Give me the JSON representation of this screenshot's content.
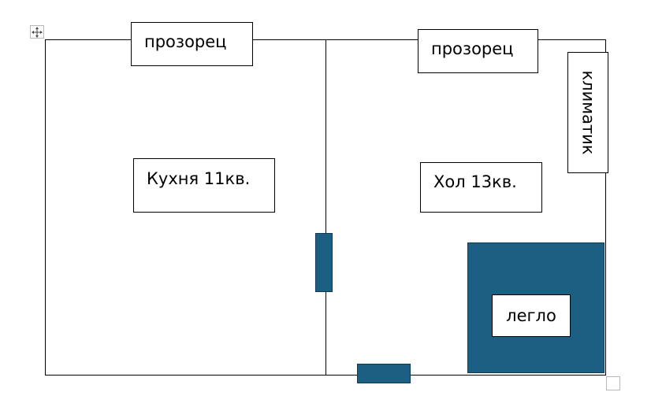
{
  "plan": {
    "labels": {
      "window_left": "прозорец",
      "window_right": "прозорец",
      "climatic": "климатик",
      "kitchen": "Кухня 11кв.",
      "hall": "Хол 13кв.",
      "bed": "легло"
    },
    "icons": {
      "move_handle": "move-arrows-icon",
      "resize_handle": "resize-handle-icon"
    },
    "colors": {
      "furniture_fill": "#1c5f82",
      "line": "#000000",
      "background": "#ffffff"
    }
  }
}
